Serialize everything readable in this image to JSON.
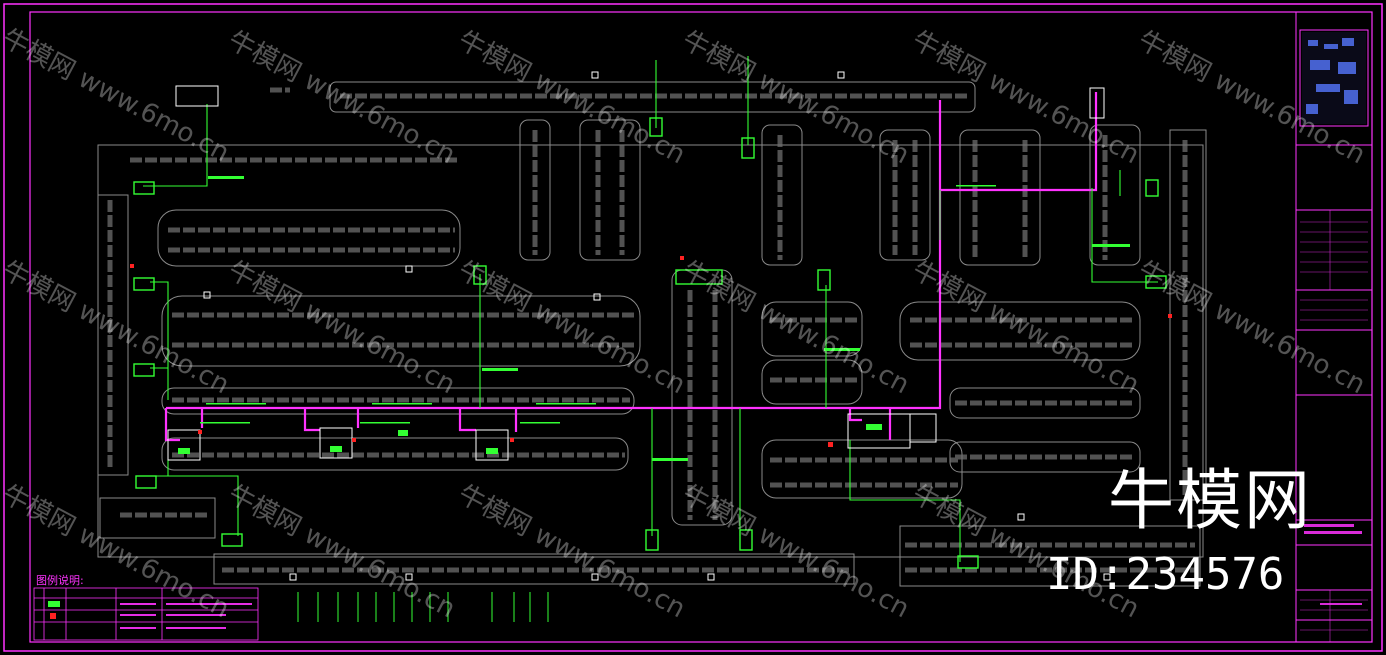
{
  "watermark": {
    "logo": "牛模网",
    "url": "www.6mo.cn"
  },
  "branding": {
    "logo": "牛模网",
    "id": "ID:234576"
  },
  "legend": {
    "title": "图例说明:"
  },
  "colors": {
    "background": "#000000",
    "frame": "#ff33ff",
    "route": "#ff33ff",
    "equipment": "#33ff33",
    "outline": "#8a8a8a",
    "marker": "#ff2222"
  }
}
